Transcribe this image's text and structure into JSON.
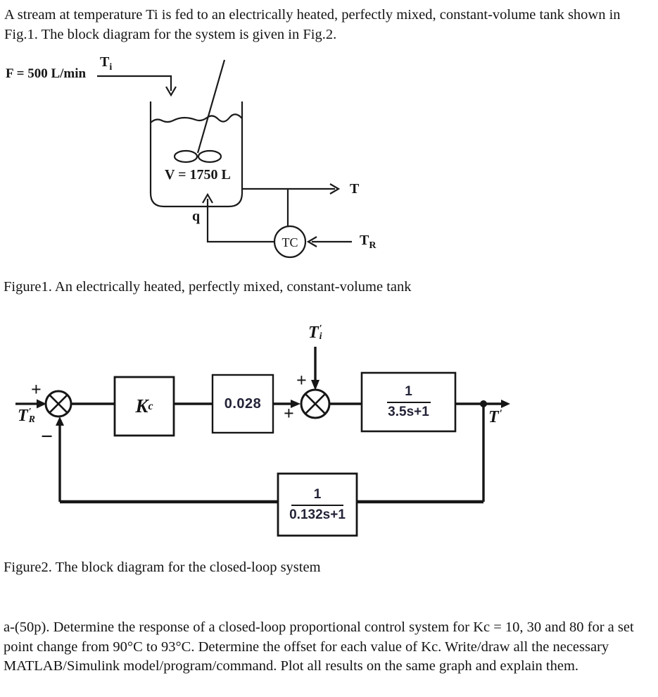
{
  "intro": {
    "text": "A stream at temperature Ti is fed to an electrically heated, perfectly mixed, constant-volume tank shown in Fig.1. The block diagram for the system is given in Fig.2."
  },
  "figure1": {
    "caption": "Figure1. An electrically heated, perfectly mixed, constant-volume tank",
    "flow_label": "F = 500 L/min",
    "inlet_temp": {
      "base": "T",
      "sub": "i"
    },
    "volume_label": "V = 1750 L",
    "outlet_label": "T",
    "controller_label": "TC",
    "setpoint": {
      "base": "T",
      "sub": "R"
    },
    "heat_label": "q"
  },
  "figure2": {
    "caption": "Figure2. The block diagram for the closed-loop system",
    "setpoint": {
      "base": "T",
      "prime": "′",
      "sub": "R"
    },
    "signs": {
      "sum1_plus": "+",
      "sum1_minus": "−",
      "sum2_plus_top": "+",
      "sum2_plus_left": "+"
    },
    "controller": {
      "base": "K",
      "sub": "c"
    },
    "gain_block": {
      "value": "0.028"
    },
    "disturbance": {
      "base": "T",
      "prime": "′",
      "sub": "i"
    },
    "process_block": {
      "numerator": "1",
      "denominator": "3.5s+1"
    },
    "output": {
      "base": "T",
      "prime": "′"
    },
    "feedback_block": {
      "numerator": "1",
      "denominator": "0.132s+1"
    }
  },
  "question": {
    "text": "a-(50p). Determine the response of a closed-loop proportional control system for Kc = 10, 30 and 80 for a set point change from 90°C to 93°C. Determine the offset for each value of Kc. Write/draw all the necessary MATLAB/Simulink model/program/command. Plot all results on the same graph and explain them."
  }
}
